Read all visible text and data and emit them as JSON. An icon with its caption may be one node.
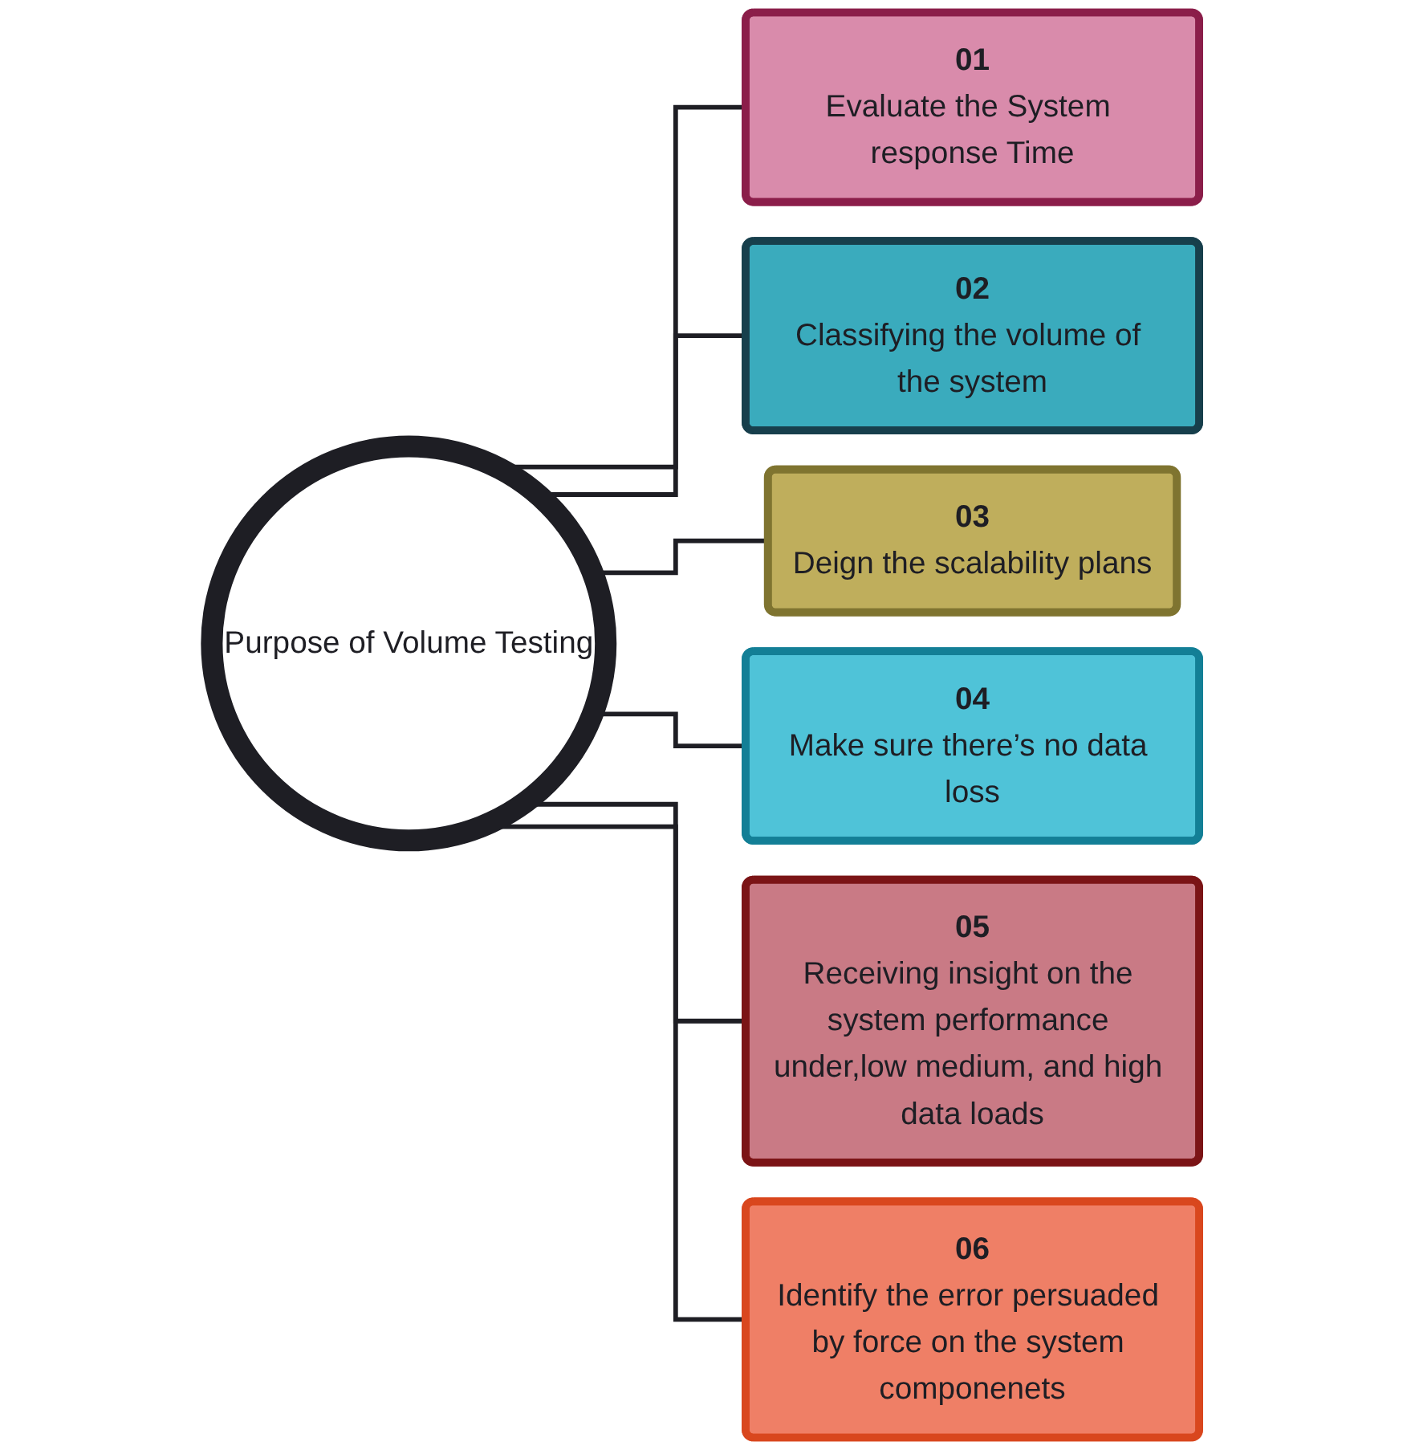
{
  "diagram": {
    "nodes": [
      {
        "text": [
          "Purpose of Volume Testing"
        ]
      },
      {
        "text": [
          "01",
          "Evaluate the System response Time"
        ]
      },
      {
        "text": [
          "02",
          "Classifying the volume of the system"
        ]
      },
      {
        "text": [
          "03",
          "Deign the scalability plans"
        ]
      },
      {
        "text": [
          "04",
          "Make sure there’s no data loss"
        ]
      },
      {
        "text": [
          "05",
          "Receiving insight on the system performance under,low medium, and high data loads"
        ]
      },
      {
        "text": [
          "06",
          "Identify the error persuaded by force on the system componenets"
        ]
      }
    ],
    "edges": [
      {
        "from": 0,
        "to": 1,
        "arrow": "none"
      },
      {
        "from": 0,
        "to": 2,
        "arrow": "none"
      },
      {
        "from": 0,
        "to": 3,
        "arrow": "none"
      },
      {
        "from": 0,
        "to": 4,
        "arrow": "none"
      },
      {
        "from": 0,
        "to": 5,
        "arrow": "none"
      },
      {
        "from": 0,
        "to": 6,
        "arrow": "none"
      }
    ]
  }
}
